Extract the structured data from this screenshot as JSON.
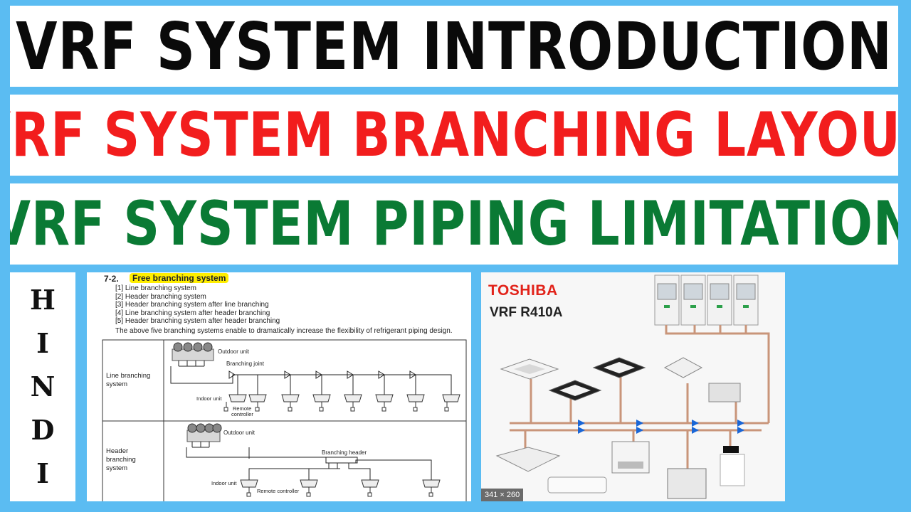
{
  "banner": {
    "line1": "VRF SYSTEM INTRODUCTION",
    "line2": "VRF SYSTEM BRANCHING LAYOUT",
    "line3": "VRF SYSTEM PIPING LIMITATION"
  },
  "side_label": [
    "H",
    "I",
    "N",
    "D",
    "I"
  ],
  "document": {
    "section": "7-2.",
    "heading": "Free branching system",
    "items": [
      "[1]  Line branching system",
      "[2]  Header branching system",
      "[3]  Header branching system after line branching",
      "[4]  Line branching system after header branching",
      "[5]  Header branching system after header branching"
    ],
    "description": "The above five branching systems enable to dramatically increase the flexibility of refrigerant piping design.",
    "row1": {
      "label1": "Line branching",
      "label2": "system",
      "outdoor": "Outdoor unit",
      "joint": "Branching joint",
      "indoor": "Indoor unit",
      "remote1": "Remote",
      "remote2": "controller"
    },
    "row2": {
      "label1": "Header",
      "label2": "branching",
      "label3": "system",
      "outdoor": "Outdoor unit",
      "header": "Branching header",
      "indoor": "Indoor unit",
      "remote": "Remote controller"
    }
  },
  "product": {
    "brand": "TOSHIBA",
    "model": "VRF R410A",
    "image_size": "341 × 260",
    "colors": {
      "pipe": "#c9957a",
      "arrow": "#1a66d6"
    }
  }
}
